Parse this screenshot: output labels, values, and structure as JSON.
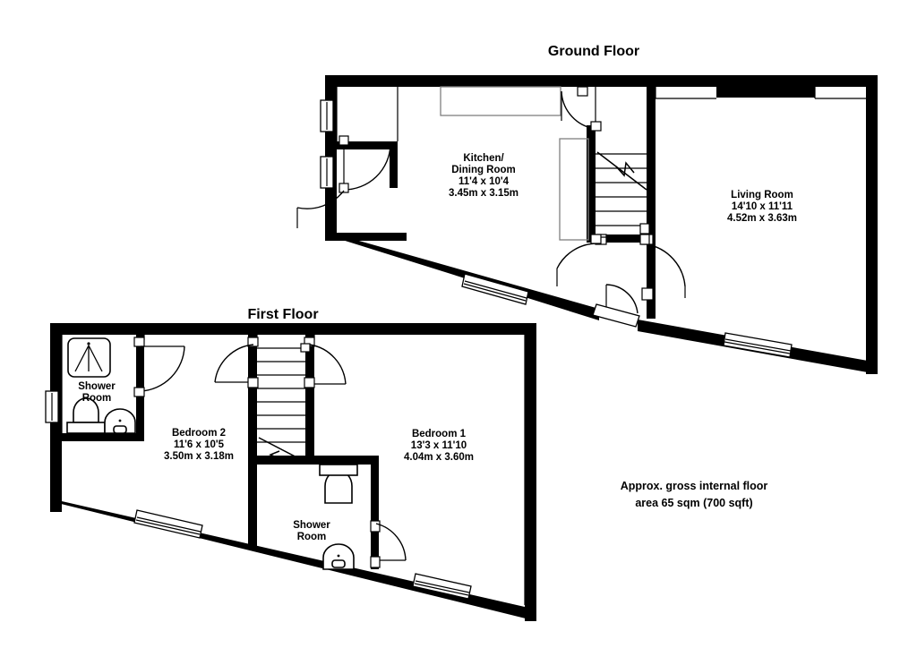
{
  "document": {
    "type": "residential-floor-plan",
    "background_color": "#ffffff",
    "line_color": "#000000",
    "accent_grey": "#808080"
  },
  "floors": [
    {
      "id": "ground",
      "title": "Ground Floor",
      "rooms": [
        {
          "id": "kitchen-dining",
          "name_line1": "Kitchen/",
          "name_line2": "Dining Room",
          "dim_imperial": "11'4 x 10'4",
          "dim_metric": "3.45m x 3.15m"
        },
        {
          "id": "living-room",
          "name_line1": "Living Room",
          "name_line2": "",
          "dim_imperial": "14'10 x 11'11",
          "dim_metric": "4.52m x 3.63m"
        }
      ]
    },
    {
      "id": "first",
      "title": "First Floor",
      "rooms": [
        {
          "id": "shower-room-upper",
          "name_line1": "Shower",
          "name_line2": "Room",
          "dim_imperial": "",
          "dim_metric": ""
        },
        {
          "id": "bedroom-2",
          "name_line1": "Bedroom 2",
          "name_line2": "",
          "dim_imperial": "11'6 x 10'5",
          "dim_metric": "3.50m x 3.18m"
        },
        {
          "id": "bedroom-1",
          "name_line1": "Bedroom 1",
          "name_line2": "",
          "dim_imperial": "13'3 x 11'10",
          "dim_metric": "4.04m x 3.60m"
        },
        {
          "id": "shower-room-lower",
          "name_line1": "Shower",
          "name_line2": "Room",
          "dim_imperial": "",
          "dim_metric": ""
        }
      ]
    }
  ],
  "area_note": {
    "line1": "Approx. gross internal floor",
    "line2": "area 65 sqm (700 sqft)"
  },
  "fixtures": {
    "shower_tray": "shower-tray",
    "wc": "toilet",
    "basin": "wash-basin",
    "kitchen_counter": "kitchen-counter",
    "stairs": "staircase",
    "stair_direction_arrow": "up-arrow"
  }
}
